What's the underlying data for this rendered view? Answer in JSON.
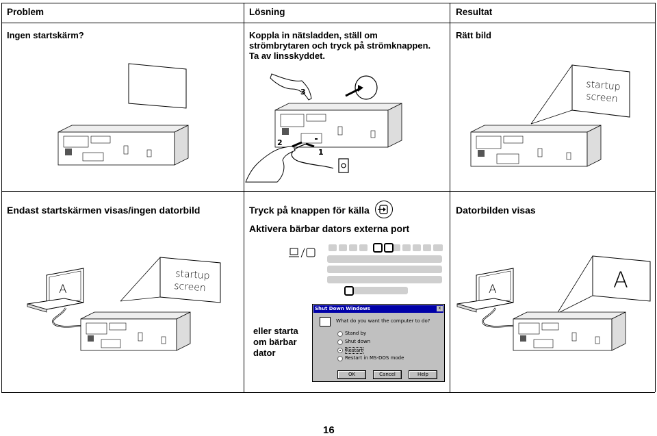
{
  "table": {
    "headers": {
      "problem": "Problem",
      "solution": "Lösning",
      "result": "Resultat"
    },
    "row1": {
      "problem": "Ingen startskärm?",
      "solution_lines": [
        "Koppla in nätsladden, ställ om",
        "strömbrytaren och tryck på strömknappen.",
        "Ta av linsskyddet."
      ],
      "result": "Rätt bild",
      "callouts": [
        "3",
        "2",
        "1"
      ],
      "screen_text": [
        "startup",
        "screen"
      ]
    },
    "row2": {
      "problem": "Endast startskärmen visas/ingen datorbild",
      "solution_line1": "Tryck på knappen för källa",
      "solution_line2": "Aktivera bärbar dators externa port",
      "or_start_lines": [
        "eller starta",
        "om bärbar",
        "dator"
      ],
      "result": "Datorbilden visas",
      "laptop_letter": "A",
      "screen_text": [
        "startup",
        "screen"
      ],
      "result_screen_letter": "A"
    }
  },
  "dialog": {
    "title": "Shut Down Windows",
    "question": "What do you want the computer to do?",
    "options": [
      "Stand by",
      "Shut down",
      "Restart",
      "Restart in MS-DOS mode"
    ],
    "selected_option": "Restart",
    "buttons": [
      "OK",
      "Cancel",
      "Help"
    ]
  },
  "page_number": "16"
}
